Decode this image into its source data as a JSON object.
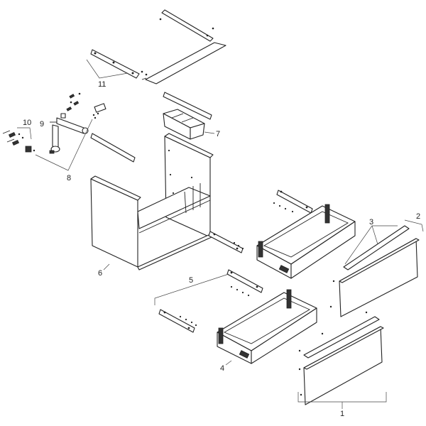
{
  "labels": {
    "l1": "1",
    "l2": "2",
    "l3": "3",
    "l4": "4",
    "l5": "5",
    "l6": "6",
    "l7": "7",
    "l8": "8",
    "l9": "9",
    "l10": "10",
    "l11": "11"
  },
  "colors": {
    "line": "#222222",
    "background": "#ffffff",
    "fill_dark": "#333333"
  }
}
